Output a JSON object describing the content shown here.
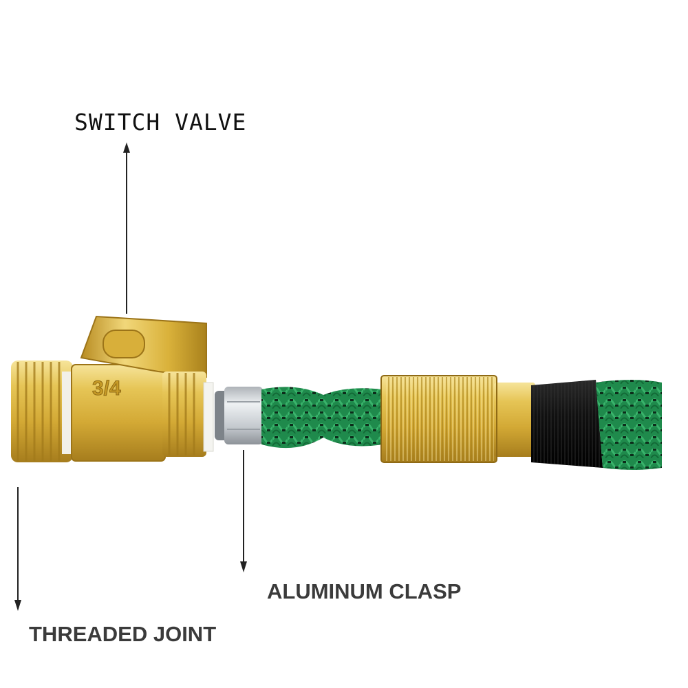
{
  "labels": {
    "switch_valve": "SWITCH VALVE",
    "aluminum_clasp": "ALUMINUM CLASP",
    "threaded_joint": "THREADED JOINT"
  },
  "valve_marking": "3/4",
  "colors": {
    "brass": "#d9b53e",
    "brass_dark": "#a9811c",
    "brass_light": "#f3dd86",
    "hose_green": "#1f8a4c",
    "hose_dark": "#0f3f25",
    "aluminum": "#c9ced3",
    "rubber_black": "#151515",
    "arrow": "#222222",
    "label_text": "#3b3b3b"
  },
  "icons": [
    "up-arrow-icon",
    "down-arrow-icon"
  ]
}
